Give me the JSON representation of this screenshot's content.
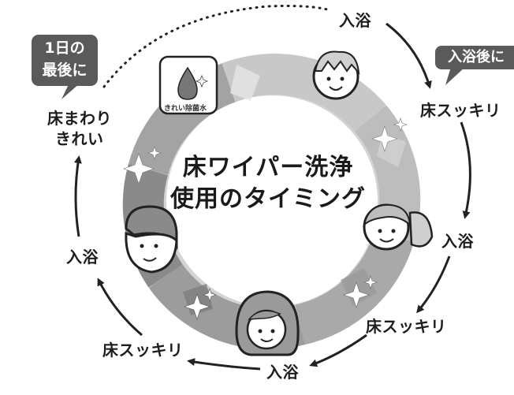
{
  "title": {
    "line1": "床ワイパー洗浄",
    "line2": "使用のタイミング"
  },
  "badge": {
    "label": "きれい除菌水"
  },
  "bubbles": {
    "left": {
      "line1": "1日の",
      "line2": "最後に"
    },
    "right": {
      "text": "入浴後に"
    }
  },
  "cycle": {
    "bath_top": "入浴",
    "clean_right_1": "床スッキリ",
    "bath_right": "入浴",
    "clean_right_2": "床スッキリ",
    "bath_bottom": "入浴",
    "clean_left": "床スッキリ",
    "bath_left": "入浴",
    "final_line1": "床まわり",
    "final_line2": "きれい"
  },
  "colors": {
    "ring_light": "#d6d6d6",
    "ring_mid": "#b3b3b3",
    "ring_dark": "#8f8f8f",
    "arrow": "#222222",
    "bubble": "#5a5a5a"
  }
}
